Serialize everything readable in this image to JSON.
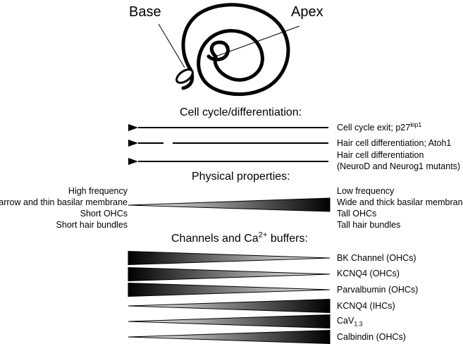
{
  "spiral": {
    "base_label": "Base",
    "apex_label": "Apex"
  },
  "sections": {
    "cell_cycle": "Cell cycle/differentiation:",
    "physical": "Physical properties:",
    "channels": {
      "text": "Channels and Ca",
      "sup": "2+",
      "tail": " buffers:"
    }
  },
  "cell_cycle_rows": [
    {
      "text": "Cell cycle exit; p27",
      "sup": "kip1"
    },
    {
      "text": "Hair cell differentiation; Atoh1"
    },
    {
      "line1": "Hair cell differentiation",
      "line2": "(NeuroD and Neurog1 mutants)"
    }
  ],
  "physical": {
    "left": [
      "High frequency",
      "Narrow and thin basilar membrane",
      "Short OHCs",
      "Short hair bundles"
    ],
    "right": [
      "Low frequency",
      "Wide and thick basilar membrane",
      "Tall OHCs",
      "Tall hair bundles"
    ]
  },
  "channels": [
    {
      "label": "BK Channel (OHCs)",
      "direction": "base-high"
    },
    {
      "label": "KCNQ4 (OHCs)",
      "direction": "base-high"
    },
    {
      "label": "Parvalbumin (OHCs)",
      "direction": "base-high"
    },
    {
      "label": "KCNQ4 (IHCs)",
      "direction": "apex-high"
    },
    {
      "label": "CaV",
      "sub": "1.3",
      "direction": "apex-high"
    },
    {
      "label": "Calbindin (OHCs)",
      "direction": "apex-high"
    }
  ],
  "colors": {
    "ink": "#000000",
    "gradient_light": "#ffffff"
  }
}
